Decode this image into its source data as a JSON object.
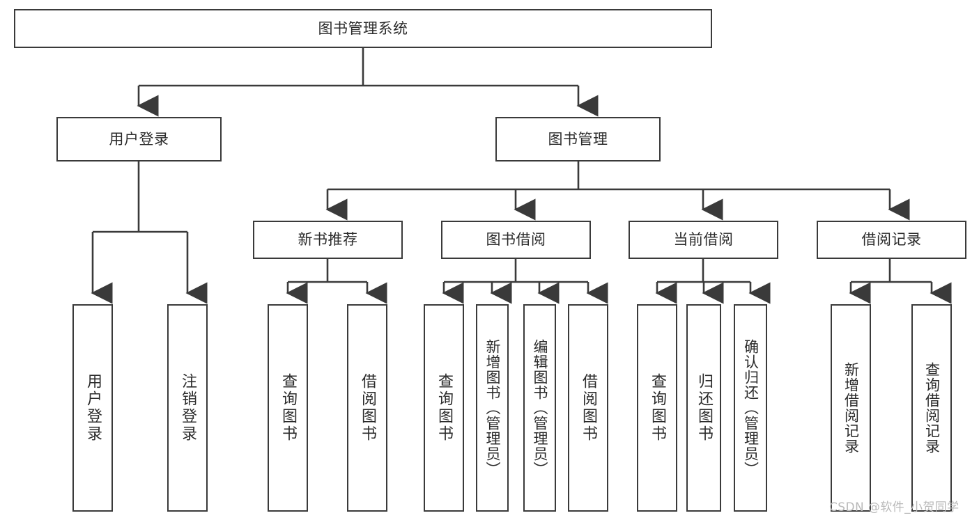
{
  "diagram": {
    "type": "tree",
    "title": "图书管理系统",
    "background_color": "#ffffff",
    "line_color": "#3a3a3a",
    "text_color": "#2b2b2b",
    "root": {
      "id": "root",
      "label": "图书管理系统"
    },
    "level2": [
      {
        "id": "user-login",
        "label": "用户登录"
      },
      {
        "id": "book-manage",
        "label": "图书管理"
      }
    ],
    "level3": [
      {
        "id": "new-book-recommend",
        "label": "新书推荐"
      },
      {
        "id": "book-borrow",
        "label": "图书借阅"
      },
      {
        "id": "current-borrow",
        "label": "当前借阅"
      },
      {
        "id": "borrow-record",
        "label": "借阅记录"
      }
    ],
    "leaves": {
      "user_login": [
        {
          "id": "leaf-user-login",
          "label": "用户登录"
        },
        {
          "id": "leaf-logout",
          "label": "注销登录"
        }
      ],
      "new_book_recommend": [
        {
          "id": "leaf-query-book-1",
          "label": "查询图书"
        },
        {
          "id": "leaf-borrow-book-1",
          "label": "借阅图书"
        }
      ],
      "book_borrow": [
        {
          "id": "leaf-query-book-2",
          "label": "查询图书"
        },
        {
          "id": "leaf-add-book",
          "label": "新增图书（管理员）"
        },
        {
          "id": "leaf-edit-book",
          "label": "编辑图书（管理员）"
        },
        {
          "id": "leaf-borrow-book-2",
          "label": "借阅图书"
        }
      ],
      "current_borrow": [
        {
          "id": "leaf-query-book-3",
          "label": "查询图书"
        },
        {
          "id": "leaf-return-book",
          "label": "归还图书"
        },
        {
          "id": "leaf-confirm-return",
          "label": "确认归还（管理员）"
        }
      ],
      "borrow_record": [
        {
          "id": "leaf-add-record",
          "label": "新增借阅记录"
        },
        {
          "id": "leaf-query-record",
          "label": "查询借阅记录"
        }
      ]
    },
    "watermark": "CSDN @软件_小贺同学"
  }
}
